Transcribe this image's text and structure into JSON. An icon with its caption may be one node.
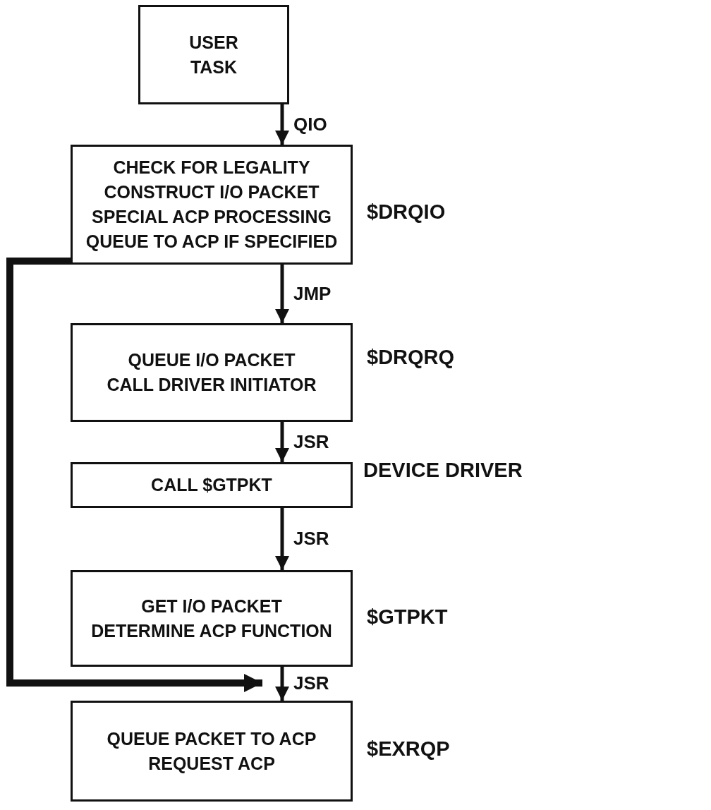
{
  "diagram": {
    "nodes": [
      {
        "text": [
          "USER TASK"
        ]
      },
      {
        "text": [
          "CHECK FOR LEGALITY",
          "CONSTRUCT I/O PACKET",
          "SPECIAL ACP PROCESSING",
          "QUEUE TO ACP IF SPECIFIED"
        ],
        "beside": [
          "$DRQIO"
        ]
      },
      {
        "text": [
          "QUEUE I/O PACKET",
          "CALL DRIVER INITIATOR"
        ],
        "beside": [
          "$DRQRQ"
        ]
      },
      {
        "text": [
          "CALL $GTPKT"
        ],
        "beside": [
          "DEVICE DRIVER"
        ]
      },
      {
        "text": [
          "GET I/O PACKET",
          "DETERMINE ACP FUNCTION"
        ],
        "beside": [
          "$GTPKT"
        ]
      },
      {
        "text": [
          "QUEUE PACKET TO ACP",
          "REQUEST ACP"
        ],
        "beside": [
          "$EXRQP"
        ]
      }
    ],
    "edges": [
      {
        "from": 0,
        "to": 1,
        "arrow": "to",
        "label": "QIO"
      },
      {
        "from": 1,
        "to": 2,
        "arrow": "to",
        "label": "JMP"
      },
      {
        "from": 2,
        "to": 3,
        "arrow": "to",
        "label": "JSR"
      },
      {
        "from": 3,
        "to": 4,
        "arrow": "to",
        "label": "JSR"
      },
      {
        "from": 4,
        "to": 5,
        "arrow": "to",
        "label": "JSR"
      },
      {
        "from": 1,
        "to": 5,
        "arrow": "to",
        "style": "thick"
      }
    ]
  }
}
